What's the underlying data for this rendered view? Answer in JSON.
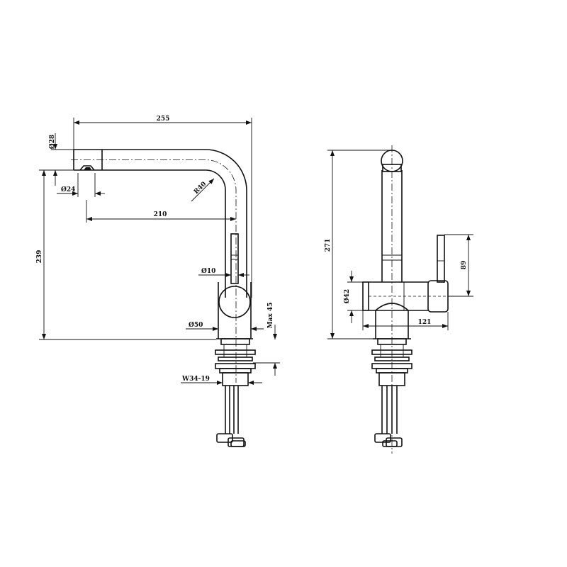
{
  "drawing": {
    "side_view": {
      "overall_width": "255",
      "outlet_diameter": "Ø28",
      "aerator_diameter": "Ø24",
      "bend_radius": "R40",
      "spout_reach": "210",
      "overall_height": "239",
      "lever_diameter": "Ø10",
      "body_diameter": "Ø50",
      "max_deck_thickness": "Max 45",
      "thread": "W34-19"
    },
    "front_view": {
      "overall_height": "271",
      "lever_height": "89",
      "side_diameter": "Ø42",
      "body_width": "121"
    }
  }
}
